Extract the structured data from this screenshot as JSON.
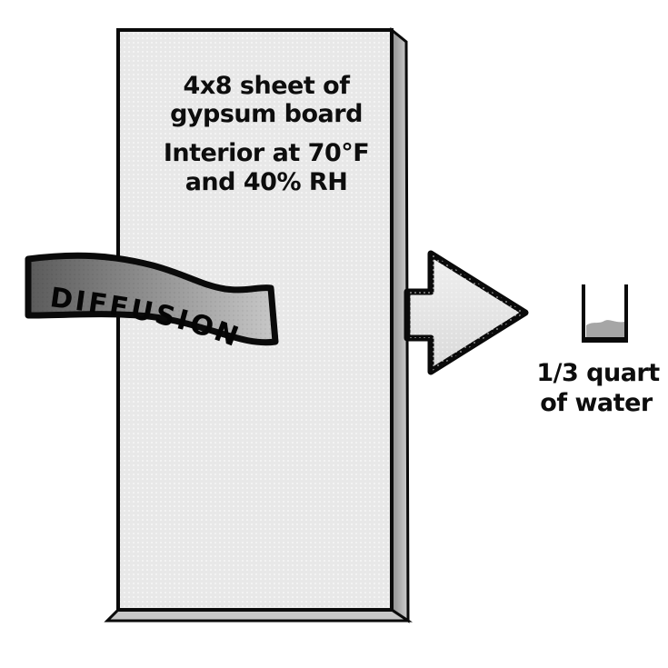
{
  "board": {
    "line1": "4x8 sheet of",
    "line2": "gypsum board",
    "line3": "Interior at 70°F",
    "line4": "and 40% RH"
  },
  "ribbon": {
    "label": "DIFFUSION"
  },
  "cup": {
    "caption_line1": "1/3 quart",
    "caption_line2": "of water"
  },
  "colors": {
    "background": "#ffffff",
    "outline": "#0a0a0a",
    "board_face": "#e8e8e8",
    "board_face_dot": "#f7f7f7",
    "board_side_dark": "#8f8f8f",
    "board_side_light": "#cfcfcf",
    "board_bottom_edge": "#c6c6c6",
    "ribbon_dark": "#5a5a5a",
    "ribbon_light": "#c8c8c8",
    "arrow_fill_top": "#f0f0f0",
    "arrow_fill_bottom": "#d9d9d9",
    "water": "#a6a6a6",
    "text": "#0d0d0d"
  }
}
